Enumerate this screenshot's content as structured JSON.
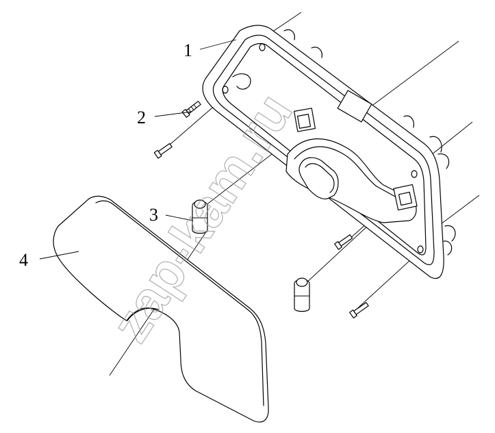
{
  "callouts": [
    {
      "id": "1",
      "label": "1"
    },
    {
      "id": "2",
      "label": "2"
    },
    {
      "id": "3",
      "label": "3"
    },
    {
      "id": "4",
      "label": "4"
    }
  ],
  "watermark": "zap-kam.ru",
  "colors": {
    "line": "#000000",
    "watermark": "#9a9a9a",
    "background": "#ffffff"
  }
}
